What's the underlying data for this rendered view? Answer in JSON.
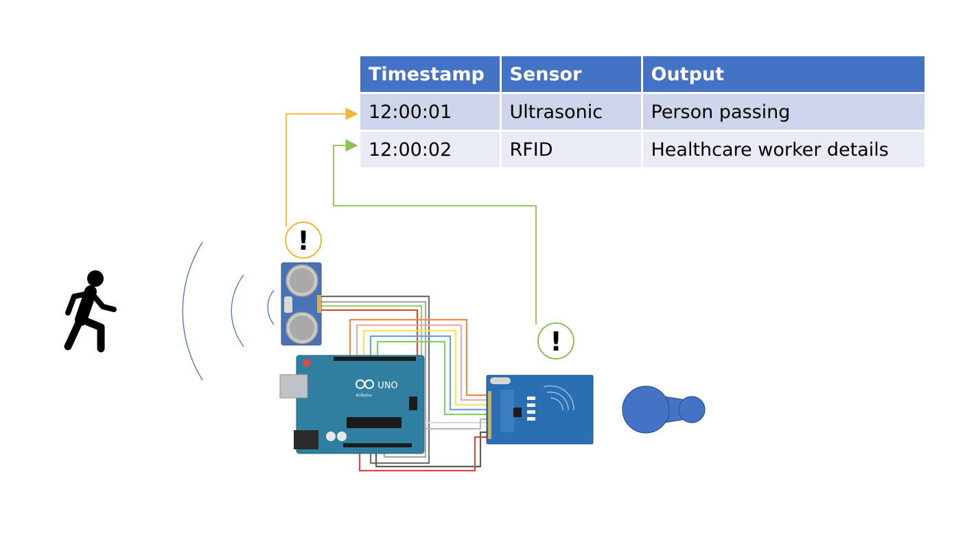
{
  "table": {
    "headers": [
      "Timestamp",
      "Sensor",
      "Output"
    ],
    "rows": [
      [
        "12:00:01",
        "Ultrasonic",
        "Person passing"
      ],
      [
        "12:00:02",
        "RFID",
        "Healthcare worker details"
      ]
    ]
  },
  "alerts": {
    "ultrasonic_mark": "!",
    "rfid_mark": "!"
  },
  "board": {
    "name": "UNO",
    "sub": "Arduino"
  },
  "colors": {
    "header_bg": "#4472c4",
    "row_odd": "#cfd5ea",
    "row_even": "#e9ebf5",
    "ultrasonic_link": "#f2b632",
    "rfid_link": "#8cc152",
    "arduino_board": "#2f7fa0",
    "rfid_board": "#2b6fb3",
    "tag": "#4472c4"
  },
  "icons": [
    "walking-person-icon",
    "sound-wave-icon",
    "ultrasonic-sensor-icon",
    "arduino-uno-icon",
    "rfid-reader-icon",
    "rfid-key-tag-icon",
    "alert-icon"
  ]
}
